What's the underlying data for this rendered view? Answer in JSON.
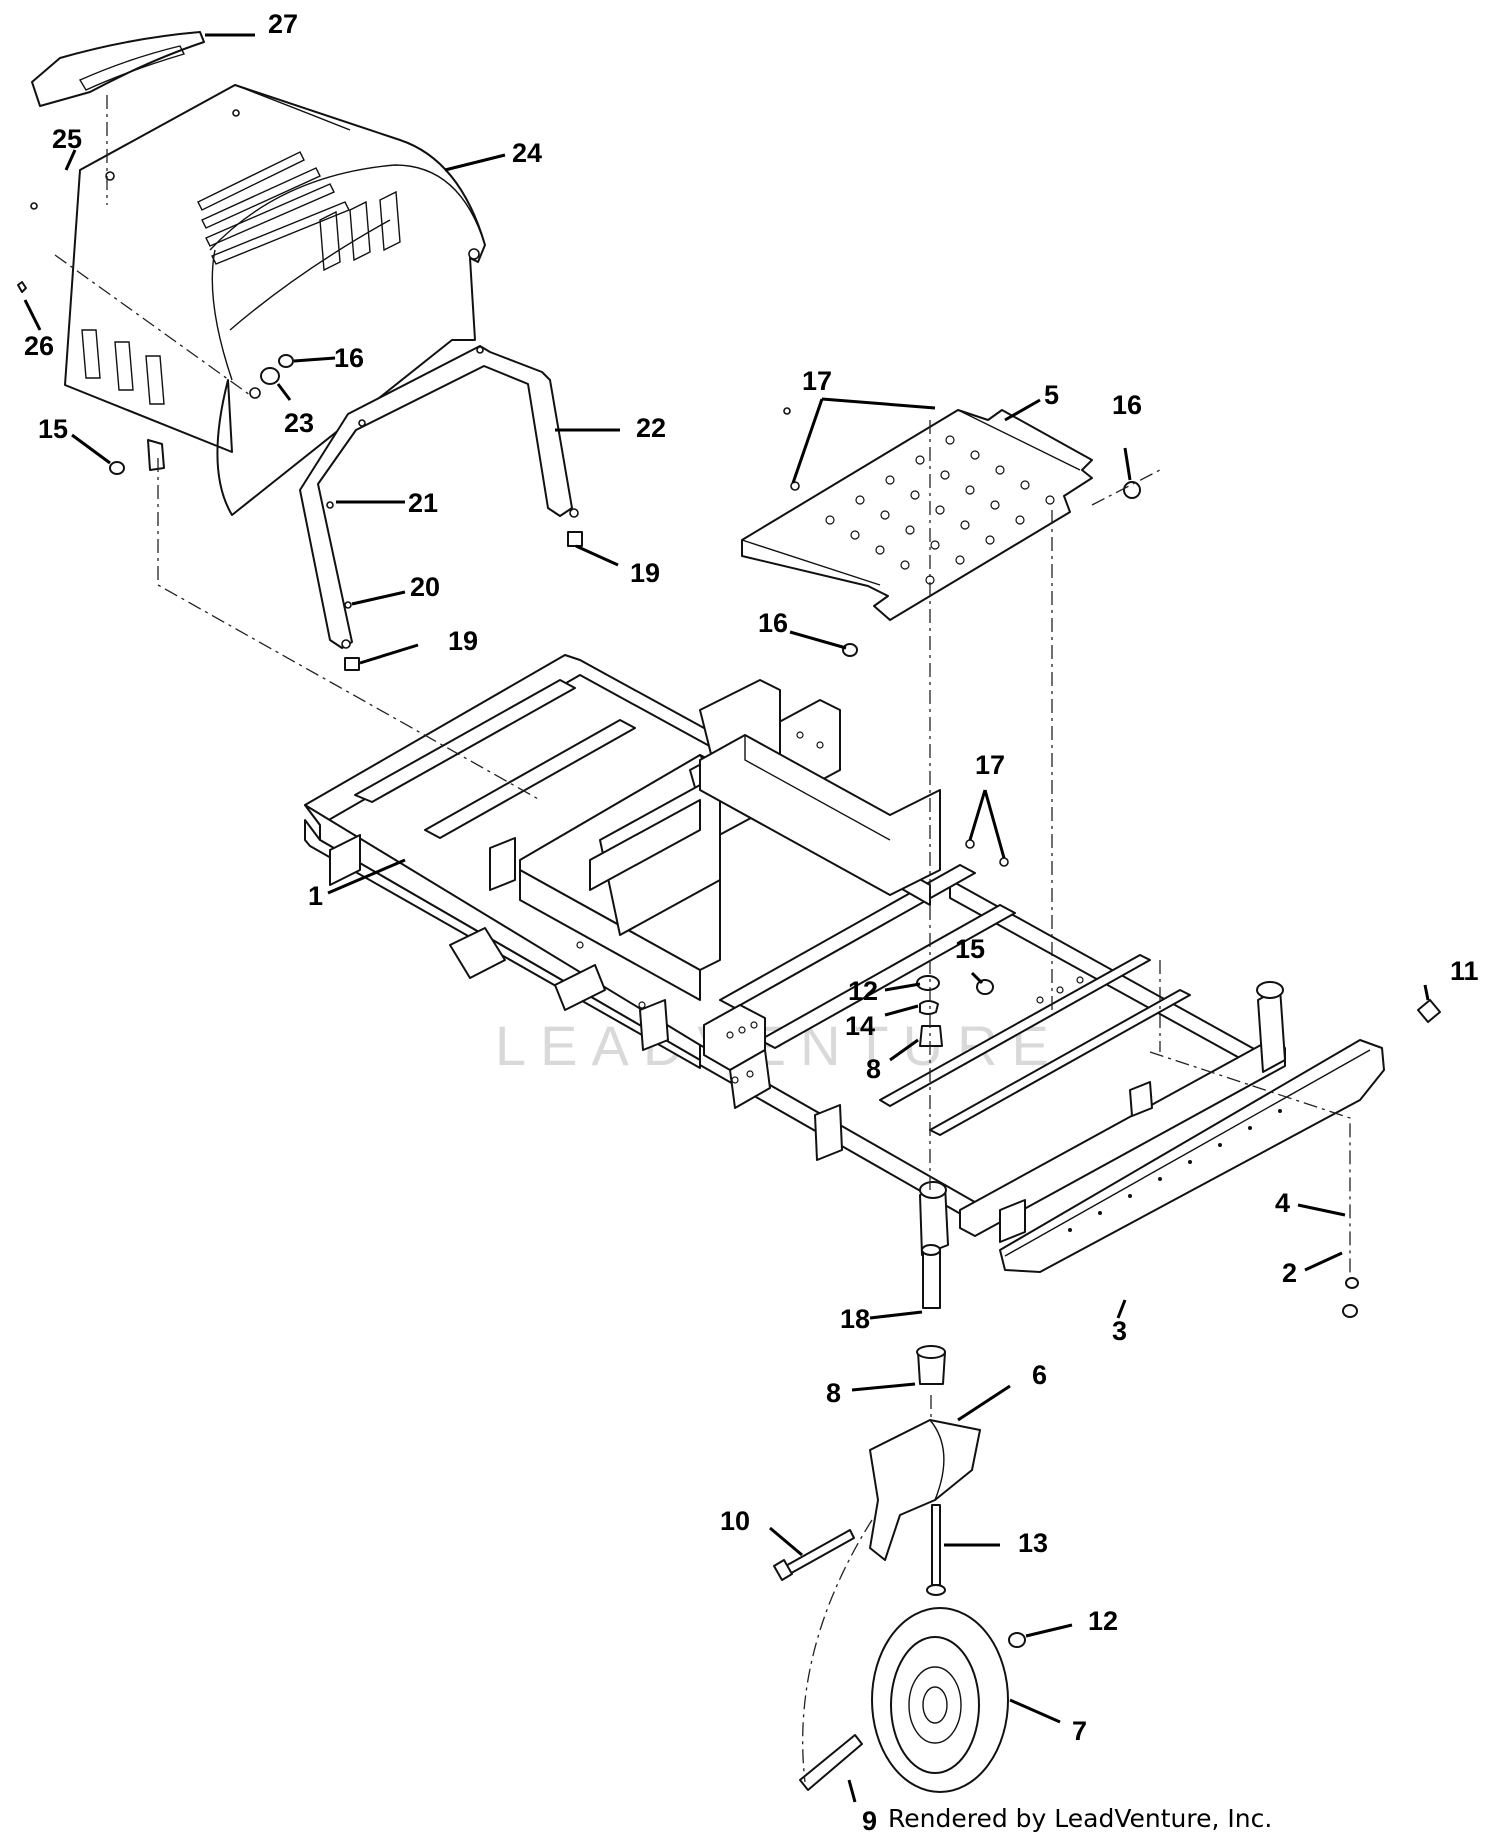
{
  "watermark": "LEADVENTURE",
  "credit": "Rendered by LeadVenture, Inc.",
  "callouts": [
    {
      "id": "c27",
      "label": "27"
    },
    {
      "id": "c25",
      "label": "25"
    },
    {
      "id": "c24",
      "label": "24"
    },
    {
      "id": "c26",
      "label": "26"
    },
    {
      "id": "c16a",
      "label": "16"
    },
    {
      "id": "c23",
      "label": "23"
    },
    {
      "id": "c22",
      "label": "22"
    },
    {
      "id": "c15a",
      "label": "15"
    },
    {
      "id": "c21",
      "label": "21"
    },
    {
      "id": "c20",
      "label": "20"
    },
    {
      "id": "c19a",
      "label": "19"
    },
    {
      "id": "c19b",
      "label": "19"
    },
    {
      "id": "c17a",
      "label": "17"
    },
    {
      "id": "c5",
      "label": "5"
    },
    {
      "id": "c16b",
      "label": "16"
    },
    {
      "id": "c16c",
      "label": "16"
    },
    {
      "id": "c17b",
      "label": "17"
    },
    {
      "id": "c1",
      "label": "1"
    },
    {
      "id": "c15b",
      "label": "15"
    },
    {
      "id": "c12a",
      "label": "12"
    },
    {
      "id": "c14",
      "label": "14"
    },
    {
      "id": "c8a",
      "label": "8"
    },
    {
      "id": "c11",
      "label": "11"
    },
    {
      "id": "c4",
      "label": "4"
    },
    {
      "id": "c2",
      "label": "2"
    },
    {
      "id": "c3",
      "label": "3"
    },
    {
      "id": "c18",
      "label": "18"
    },
    {
      "id": "c8b",
      "label": "8"
    },
    {
      "id": "c6",
      "label": "6"
    },
    {
      "id": "c10",
      "label": "10"
    },
    {
      "id": "c13",
      "label": "13"
    },
    {
      "id": "c12b",
      "label": "12"
    },
    {
      "id": "c7",
      "label": "7"
    },
    {
      "id": "c9",
      "label": "9"
    }
  ]
}
